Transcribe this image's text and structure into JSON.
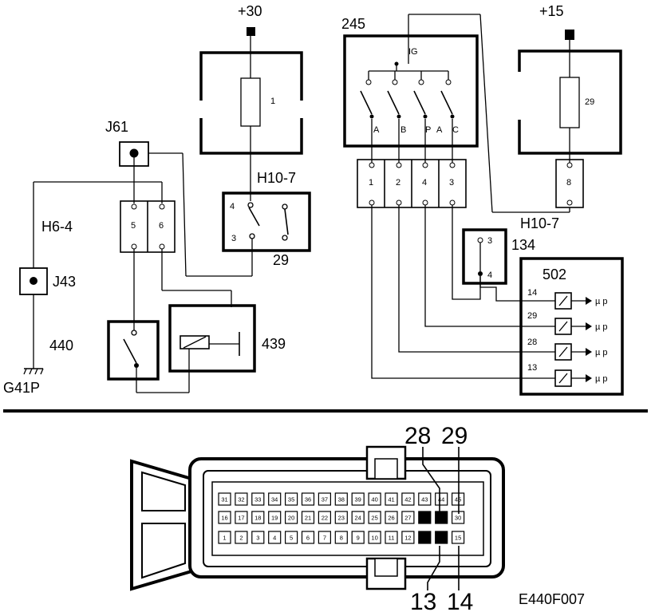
{
  "components": {
    "supply_30": "+30",
    "supply_15": "+15",
    "fuse_1": "1",
    "fuse_29": "29",
    "connector_j61": "J61",
    "connector_h6_4": "H6-4",
    "connector_j43": "J43",
    "wire_440": "440",
    "ground_g41p": "G41P",
    "relay_box_label": "H10-7",
    "relay_box_number": "29",
    "relay_pin_4": "4",
    "relay_pin_3": "3",
    "switch_439": "439",
    "ignition_switch": "245",
    "ignition_ig": "IG",
    "ignition_contacts": [
      "A",
      "B",
      "P",
      "A",
      "C"
    ],
    "connector_h10_7_right": "H10-7",
    "connector_134": "134",
    "c134_pins": [
      "3",
      "4"
    ],
    "ecu": "502",
    "ecu_unit": "µ p",
    "ecu_inputs": [
      "14",
      "29",
      "28",
      "13"
    ],
    "h6_pins": [
      "5",
      "6"
    ],
    "ign_pins": [
      "1",
      "2",
      "4",
      "3"
    ],
    "fuse29_pin": "8"
  },
  "connector_view": {
    "pin_callouts_top": [
      "28",
      "29"
    ],
    "pin_callouts_bottom": [
      "13",
      "14"
    ],
    "row_top": [
      "31",
      "32",
      "33",
      "34",
      "35",
      "36",
      "37",
      "38",
      "39",
      "40",
      "41",
      "42",
      "43",
      "44",
      "45"
    ],
    "row_middle": [
      "16",
      "17",
      "18",
      "19",
      "20",
      "21",
      "22",
      "23",
      "24",
      "25",
      "26",
      "27",
      "28",
      "29",
      "30"
    ],
    "row_bottom": [
      "1",
      "2",
      "3",
      "4",
      "5",
      "6",
      "7",
      "8",
      "9",
      "10",
      "11",
      "12",
      "13",
      "14",
      "15"
    ]
  },
  "figure_code": "E440F007"
}
